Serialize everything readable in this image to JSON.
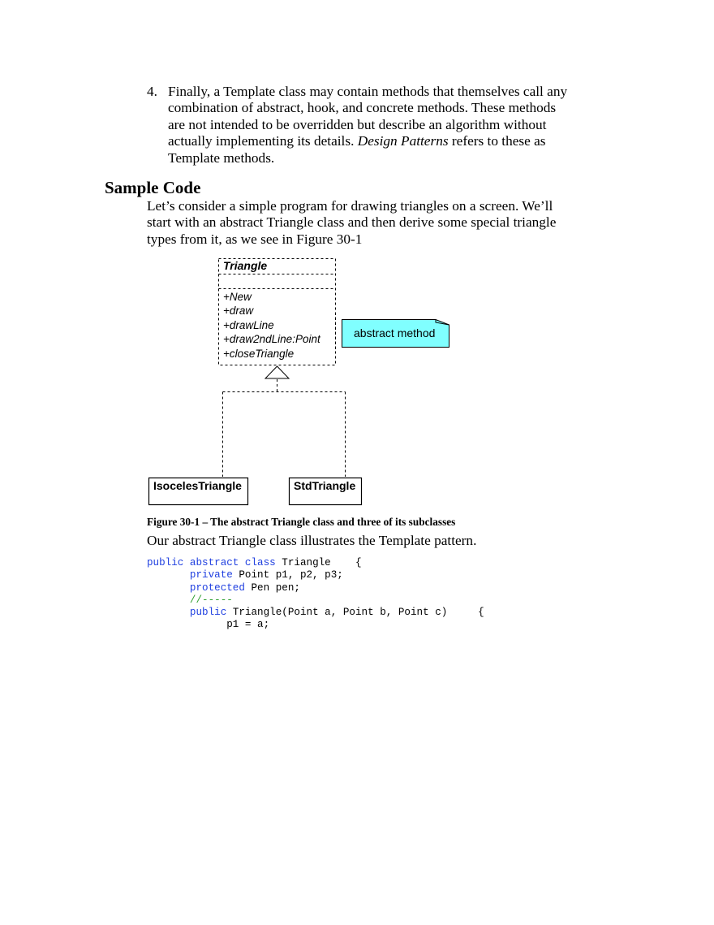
{
  "list_item": {
    "number": "4.",
    "text_before_italic": "Finally, a Template class may contain methods that themselves call any combination of abstract, hook, and concrete methods. These methods are not intended to be overridden but describe an algorithm without actually implementing its details. ",
    "italic": "Design Patterns",
    "text_after_italic": " refers to these as Template methods."
  },
  "section": {
    "heading": "Sample Code",
    "intro": "Let’s consider a simple program for drawing triangles on a screen. We’ll start with an abstract Triangle class and then derive some special triangle types from it, as we see in Figure 30-1"
  },
  "diagram": {
    "abstract_class": {
      "name": "Triangle",
      "methods": [
        "+New",
        "+draw",
        "+drawLine",
        "+draw2ndLine:Point",
        "+closeTriangle"
      ]
    },
    "note": {
      "text": "abstract method",
      "fill": "#80ffff"
    },
    "subclasses": [
      {
        "name": "IsocelesTriangle"
      },
      {
        "name": "StdTriangle"
      }
    ]
  },
  "figure": {
    "caption": "Figure 30-1 – The abstract Triangle class and three of its subclasses"
  },
  "after_figure": "Our abstract Triangle class illustrates the Template pattern.",
  "code": {
    "keyword_color": "#1f3fe0",
    "comment_color": "#2fa02f",
    "lines": [
      {
        "kw": "public abstract class",
        "rest": " Triangle    {",
        "indent": ""
      },
      {
        "kw": "private",
        "rest": " Point p1, p2, p3;",
        "indent": "       "
      },
      {
        "kw": "protected",
        "rest": " Pen pen;",
        "indent": "       "
      },
      {
        "comment": "//-----",
        "indent": "       "
      },
      {
        "kw": "public",
        "rest": " Triangle(Point a, Point b, Point c)     {",
        "indent": "       "
      },
      {
        "rest": "p1 = a;",
        "indent": "             "
      }
    ]
  }
}
